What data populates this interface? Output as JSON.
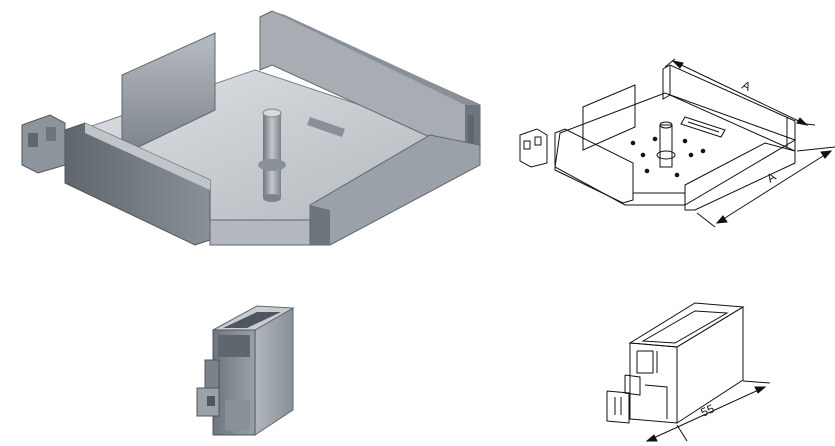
{
  "figures": {
    "tray_rendered": {
      "label": ""
    },
    "tray_line": {
      "dimension_1": "A",
      "dimension_2": "A"
    },
    "clip_rendered": {
      "label": ""
    },
    "clip_line": {
      "dimension": "55"
    }
  },
  "colors": {
    "render_light": "#c9cdd1",
    "render_mid": "#9aa1a8",
    "render_dark": "#5f666d",
    "line": "#111111",
    "background": "#ffffff"
  }
}
